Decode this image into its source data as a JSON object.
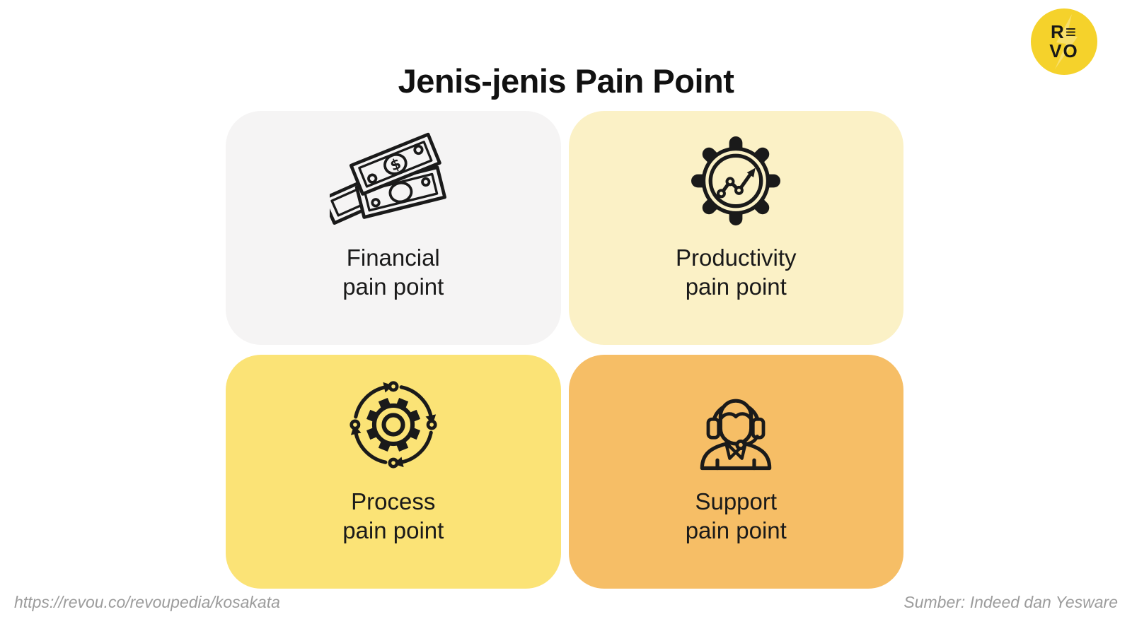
{
  "title": "Jenis-jenis Pain Point",
  "logo": {
    "top": "R≡",
    "bottom": "VO",
    "bg_color": "#F5D22B"
  },
  "cards": [
    {
      "id": "financial",
      "label_line1": "Financial",
      "label_line2": "pain point",
      "bg": "#F5F4F4",
      "icon": "money-bills-icon"
    },
    {
      "id": "productivity",
      "label_line1": "Productivity",
      "label_line2": "pain point",
      "bg": "#FBF1C6",
      "icon": "gear-chart-icon"
    },
    {
      "id": "process",
      "label_line1": "Process",
      "label_line2": "pain point",
      "bg": "#FBE376",
      "icon": "gear-cycle-icon"
    },
    {
      "id": "support",
      "label_line1": "Support",
      "label_line2": "pain point",
      "bg": "#F6BE66",
      "icon": "support-agent-icon"
    }
  ],
  "icons": {
    "financial_symbol": "$"
  },
  "footer": {
    "left": "https://revou.co/revoupedia/kosakata",
    "right": "Sumber: Indeed dan Yesware"
  },
  "colors": {
    "background": "#FFFFFF",
    "title_text": "#111111",
    "label_text": "#1A1A1A",
    "icon_stroke": "#1A1A1A",
    "footer_text": "#9C9C9C"
  }
}
